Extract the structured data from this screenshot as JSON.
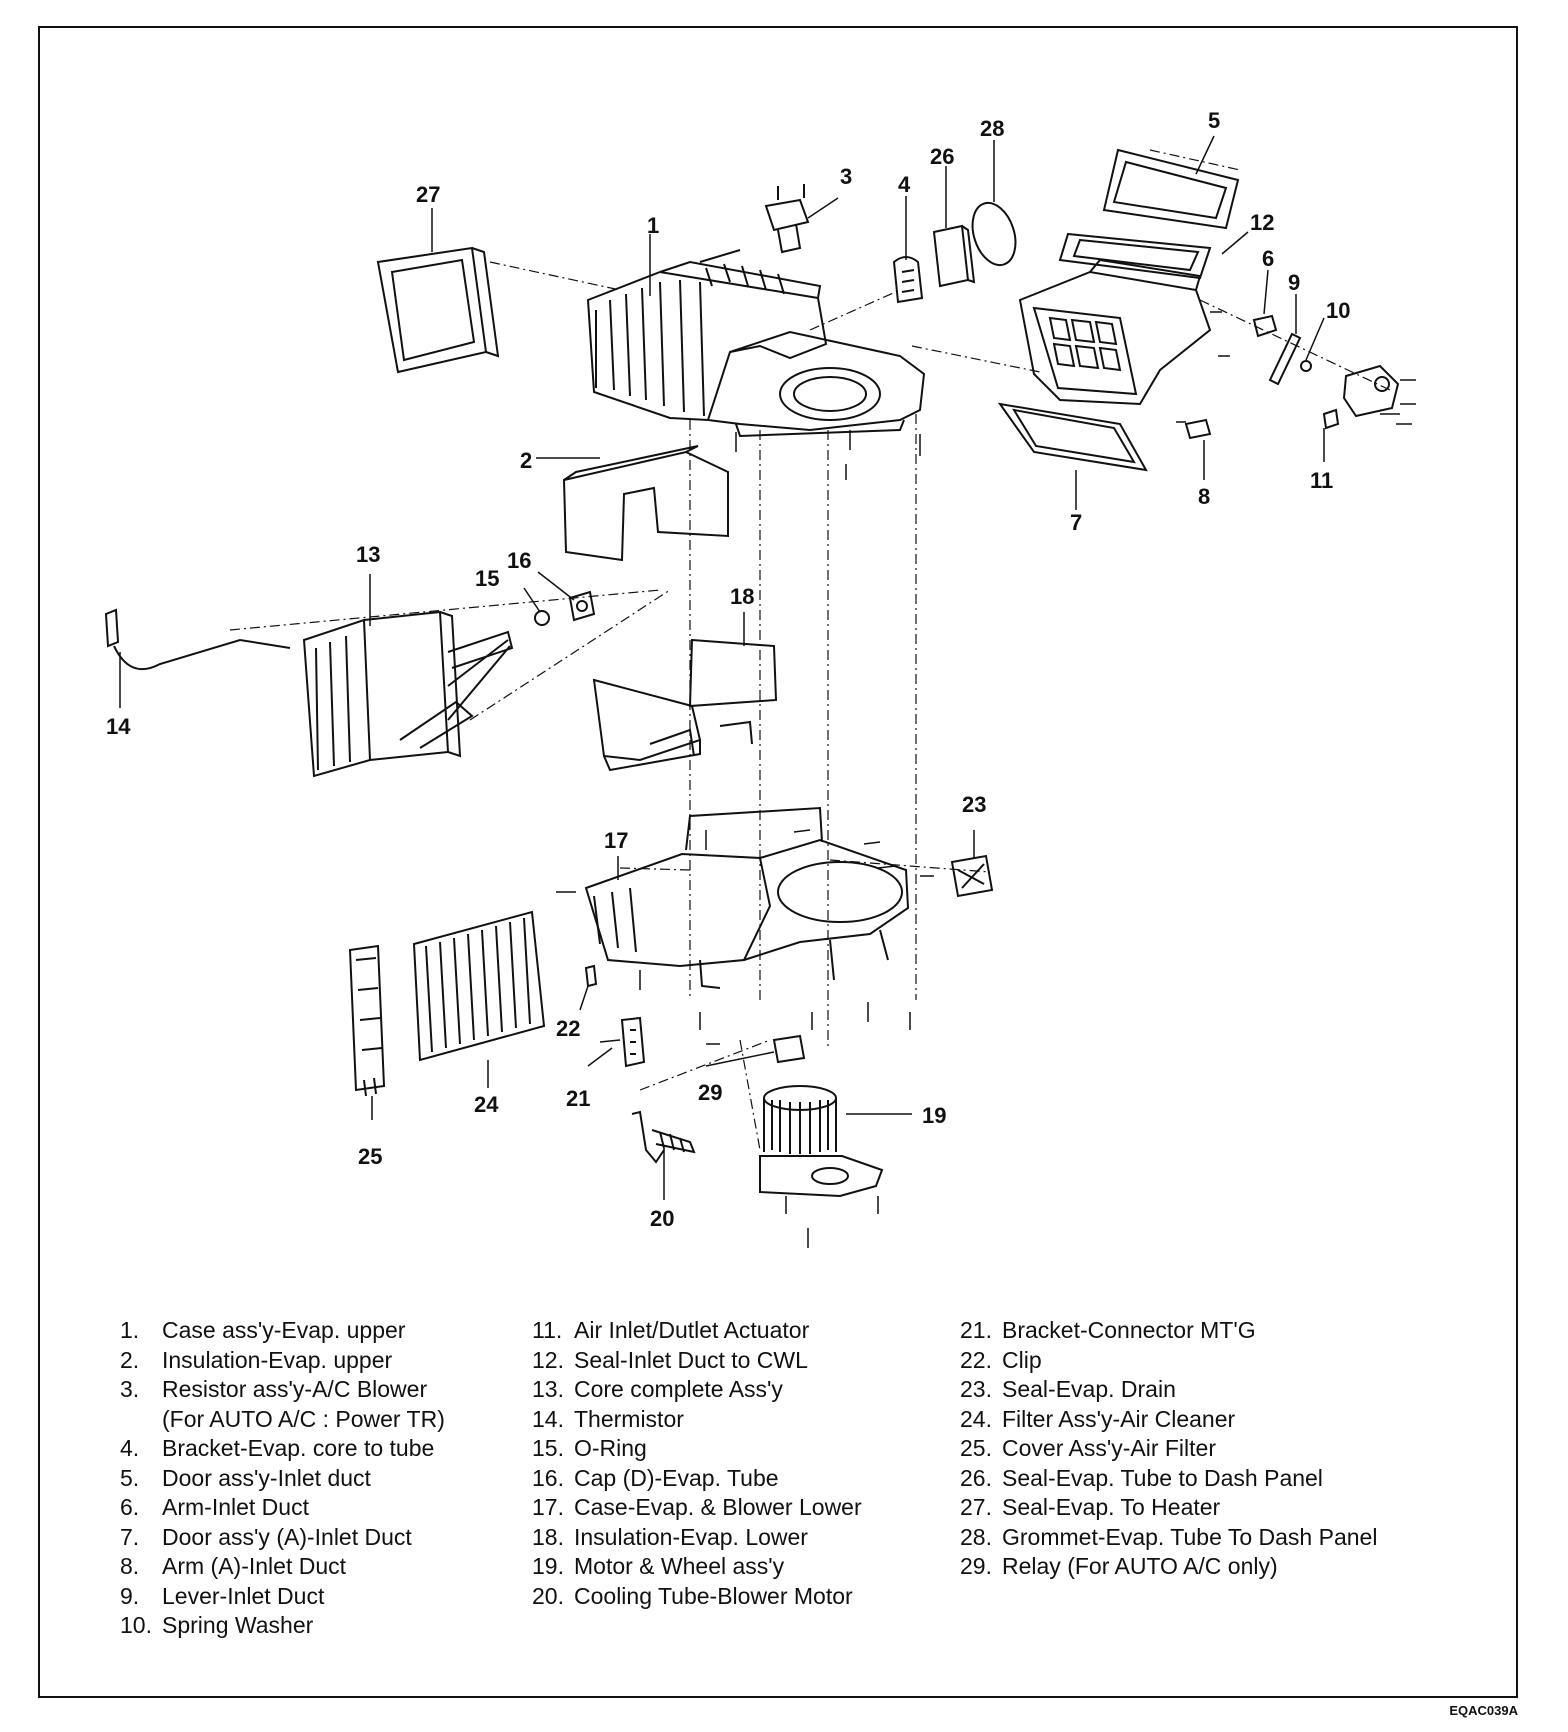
{
  "callouts": {
    "c1": "1",
    "c2": "2",
    "c3": "3",
    "c4": "4",
    "c5": "5",
    "c6": "6",
    "c7": "7",
    "c8": "8",
    "c9": "9",
    "c10": "10",
    "c11": "11",
    "c12": "12",
    "c13": "13",
    "c14": "14",
    "c15": "15",
    "c16": "16",
    "c17": "17",
    "c18": "18",
    "c19": "19",
    "c20": "20",
    "c21": "21",
    "c22": "22",
    "c23": "23",
    "c24": "24",
    "c25": "25",
    "c26": "26",
    "c27": "27",
    "c28": "28",
    "c29": "29"
  },
  "legend": {
    "col1": [
      {
        "num": "1.",
        "text": "Case ass'y-Evap. upper"
      },
      {
        "num": "2.",
        "text": "Insulation-Evap. upper"
      },
      {
        "num": "3.",
        "text": "Resistor ass'y-A/C Blower",
        "cont": "(For AUTO A/C : Power TR)"
      },
      {
        "num": "4.",
        "text": "Bracket-Evap. core to tube"
      },
      {
        "num": "5.",
        "text": "Door ass'y-Inlet duct"
      },
      {
        "num": "6.",
        "text": "Arm-Inlet Duct"
      },
      {
        "num": "7.",
        "text": "Door ass'y (A)-Inlet Duct"
      },
      {
        "num": "8.",
        "text": "Arm (A)-Inlet Duct"
      },
      {
        "num": "9.",
        "text": "Lever-Inlet Duct"
      },
      {
        "num": "10.",
        "text": "Spring Washer"
      }
    ],
    "col2": [
      {
        "num": "11.",
        "text": "Air Inlet/Dutlet Actuator"
      },
      {
        "num": "12.",
        "text": "Seal-Inlet Duct to CWL"
      },
      {
        "num": "13.",
        "text": "Core complete Ass'y"
      },
      {
        "num": "14.",
        "text": "Thermistor"
      },
      {
        "num": "15.",
        "text": "O-Ring"
      },
      {
        "num": "16.",
        "text": "Cap (D)-Evap. Tube"
      },
      {
        "num": "17.",
        "text": "Case-Evap. & Blower Lower"
      },
      {
        "num": "18.",
        "text": "Insulation-Evap. Lower"
      },
      {
        "num": "19.",
        "text": "Motor & Wheel ass'y"
      },
      {
        "num": "20.",
        "text": "Cooling Tube-Blower Motor"
      }
    ],
    "col3": [
      {
        "num": "21.",
        "text": "Bracket-Connector MT'G"
      },
      {
        "num": "22.",
        "text": "Clip"
      },
      {
        "num": "23.",
        "text": "Seal-Evap. Drain"
      },
      {
        "num": "24.",
        "text": "Filter Ass'y-Air Cleaner"
      },
      {
        "num": "25.",
        "text": "Cover Ass'y-Air Filter"
      },
      {
        "num": "26.",
        "text": "Seal-Evap. Tube to Dash Panel"
      },
      {
        "num": "27.",
        "text": "Seal-Evap. To Heater"
      },
      {
        "num": "28.",
        "text": "Grommet-Evap. Tube To Dash Panel"
      },
      {
        "num": "29.",
        "text": "Relay (For AUTO A/C only)"
      }
    ]
  },
  "figure_code": "EQAC039A"
}
